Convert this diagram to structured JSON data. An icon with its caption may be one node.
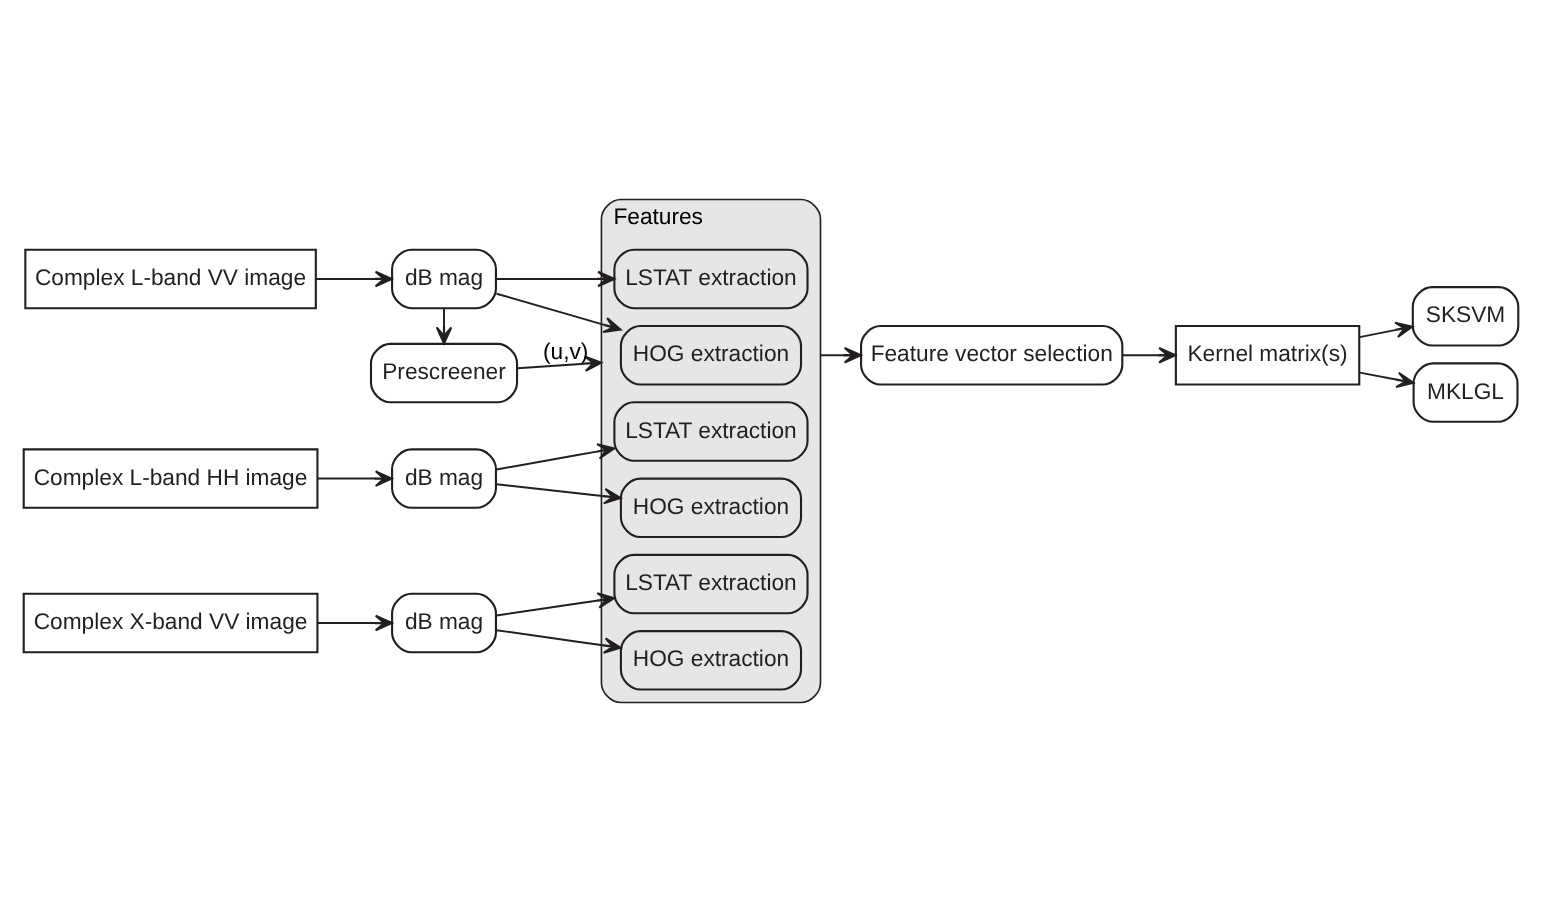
{
  "diagram": {
    "nodes": [
      {
        "text": [
          "Complex L-band VV image"
        ]
      },
      {
        "text": [
          "Complex L-band HH image"
        ]
      },
      {
        "text": [
          "Complex X-band VV image"
        ]
      },
      {
        "text": [
          "Prescreener"
        ]
      },
      {
        "text": [
          "dB mag"
        ]
      },
      {
        "text": [
          "dB mag"
        ]
      },
      {
        "text": [
          "dB mag"
        ]
      },
      {
        "text": [
          "Features"
        ]
      },
      {
        "text": [
          "HOG extraction"
        ],
        "in": 7
      },
      {
        "text": [
          "LSTAT extraction"
        ],
        "in": 7
      },
      {
        "text": [
          "HOG extraction"
        ],
        "in": 7
      },
      {
        "text": [
          "LSTAT extraction"
        ],
        "in": 7
      },
      {
        "text": [
          "HOG extraction"
        ],
        "in": 7
      },
      {
        "text": [
          "LSTAT extraction"
        ],
        "in": 7
      },
      {
        "text": [
          "Feature vector selection"
        ]
      },
      {
        "text": [
          "Kernel matrix(s)"
        ]
      },
      {
        "text": [
          "SKSVM"
        ]
      },
      {
        "text": [
          "MKLGL"
        ]
      }
    ],
    "edges": [
      {
        "from": 0,
        "to": 4,
        "arrow": "to"
      },
      {
        "from": 4,
        "to": 3,
        "arrow": "to"
      },
      {
        "from": 3,
        "to": 7,
        "label": "(u,v)",
        "arrow": "to"
      },
      {
        "from": 4,
        "to": 8,
        "arrow": "to"
      },
      {
        "from": 4,
        "to": 9,
        "arrow": "to"
      },
      {
        "from": 1,
        "to": 5,
        "arrow": "to"
      },
      {
        "from": 5,
        "to": 10,
        "arrow": "to"
      },
      {
        "from": 5,
        "to": 11,
        "arrow": "to"
      },
      {
        "from": 2,
        "to": 6,
        "arrow": "to"
      },
      {
        "from": 6,
        "to": 12,
        "arrow": "to"
      },
      {
        "from": 6,
        "to": 13,
        "arrow": "to"
      },
      {
        "from": 7,
        "to": 14,
        "arrow": "to"
      },
      {
        "from": 14,
        "to": 15,
        "arrow": "to"
      },
      {
        "from": 15,
        "to": 16,
        "arrow": "to"
      },
      {
        "from": 15,
        "to": 17,
        "arrow": "to"
      }
    ]
  }
}
